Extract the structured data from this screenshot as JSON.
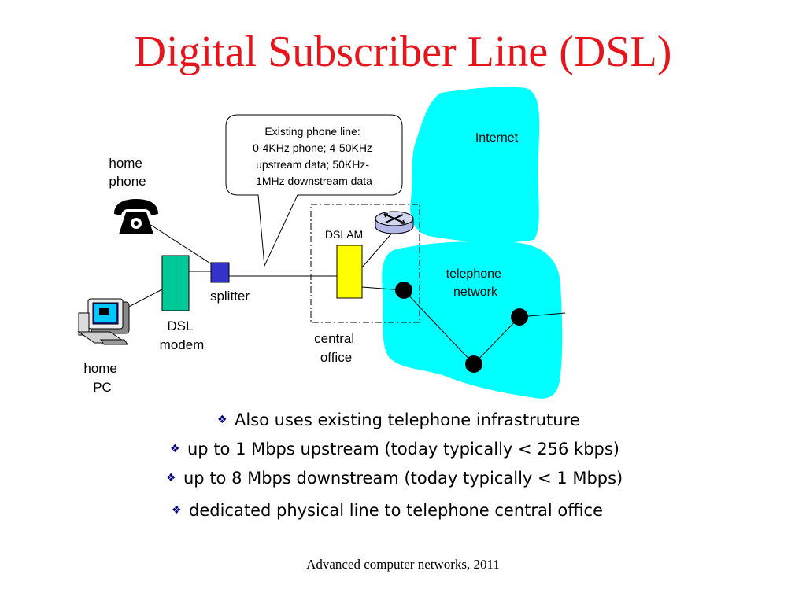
{
  "slide": {
    "title": "Digital Subscriber Line (DSL)",
    "footer": "Advanced computer networks, 2011"
  },
  "diagram": {
    "callout_lines": [
      "Existing phone line:",
      "0-4KHz phone; 4-50KHz",
      "upstream data; 50KHz-",
      "1MHz downstream data"
    ],
    "labels": {
      "internet": "Internet",
      "home_phone": [
        "home",
        "phone"
      ],
      "dslam": "DSLAM",
      "telephone_network": [
        "telephone",
        "network"
      ],
      "splitter": "splitter",
      "dsl_modem": [
        "DSL",
        "modem"
      ],
      "central_office": [
        "central",
        "office"
      ],
      "home_pc": [
        "home",
        "PC"
      ]
    },
    "colors": {
      "cloud": "#00ffff",
      "dslam": "#ffff00",
      "modem": "#00c896",
      "splitter": "#3333cc",
      "router": "#b4b8e6",
      "title": "#e8141c"
    }
  },
  "bullets": [
    "Also uses existing telephone infrastruture",
    "up to 1 Mbps upstream (today typically < 256 kbps)",
    "up to 8 Mbps downstream (today typically < 1 Mbps)",
    "dedicated physical line to telephone central office"
  ]
}
